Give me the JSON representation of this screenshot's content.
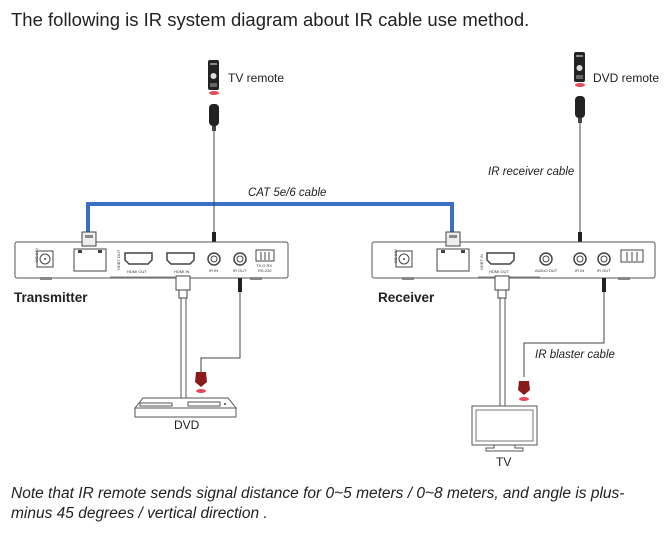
{
  "title": "The following is IR system diagram about IR cable use method.",
  "note": "Note that IR remote sends signal distance for 0~5 meters / 0~8 meters, and angle is plus-minus 45 degrees / vertical direction .",
  "colors": {
    "cat_cable": "#3a6fc4",
    "ir_emitter": "#8b1a1a",
    "ir_signal": "#e84a5a",
    "device_outline": "#555555",
    "wire": "#444444"
  },
  "labels": {
    "tv_remote": "TV remote",
    "dvd_remote": "DVD remote",
    "cat_cable": "CAT 5e/6 cable",
    "ir_receiver_cable": "IR receiver cable",
    "ir_blaster_cable": "IR blaster cable",
    "transmitter": "Transmitter",
    "receiver": "Receiver",
    "dvd": "DVD",
    "tv": "TV"
  },
  "transmitter_ports": {
    "dc": "DC 24V",
    "hdbt": "HDBT OUT",
    "hdmi_out": "HDMI OUT",
    "hdmi_in": "HDMI IN",
    "ir_in": "IR IN",
    "ir_out": "IR OUT",
    "rs232_pins": "TX  G  RX",
    "rs232": "RS-232"
  },
  "receiver_ports": {
    "dc": "DC 24V",
    "hdbt": "HDBT IN",
    "hdmi_out": "HDMI OUT",
    "audio_out": "AUDIO OUT",
    "ir_in": "IR IN",
    "ir_out": "IR OUT"
  }
}
